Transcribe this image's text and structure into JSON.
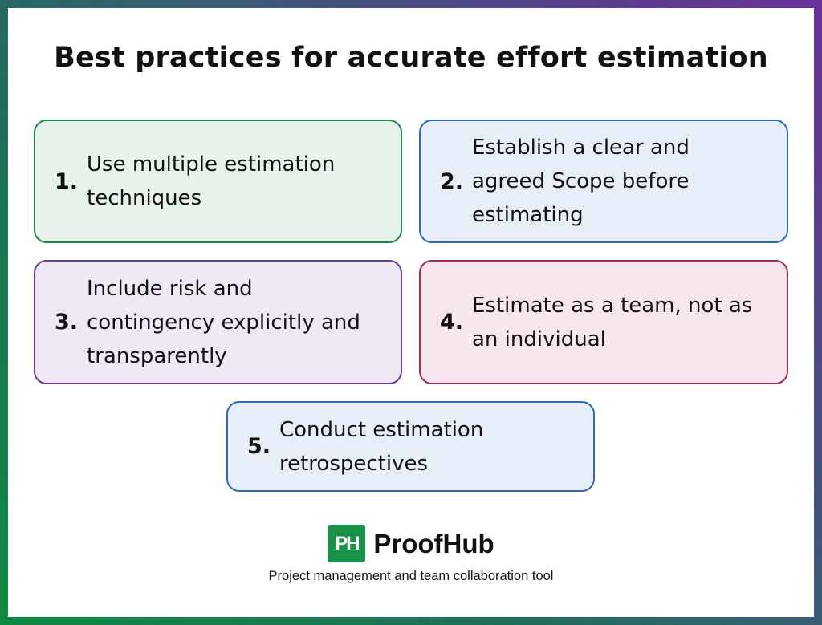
{
  "title": "Best practices for accurate effort estimation",
  "frame": {
    "gradient_start": "#0f8a42",
    "gradient_end": "#6a3398",
    "panel_background": "#ffffff"
  },
  "practices": [
    {
      "number": "1.",
      "text": "Use multiple estimation techniques",
      "border_color": "#1b8a4b",
      "background": "#e6f2ea"
    },
    {
      "number": "2.",
      "text": "Establish a clear and agreed Scope before estimating",
      "border_color": "#2b6cb4",
      "background": "#e8eef8"
    },
    {
      "number": "3.",
      "text": "Include risk and contingency explicitly and transparently",
      "border_color": "#6b3d99",
      "background": "#efe8f5"
    },
    {
      "number": "4.",
      "text": "Estimate as a team, not as an individual",
      "border_color": "#a3285b",
      "background": "#f8e6ee"
    },
    {
      "number": "5.",
      "text": "Conduct estimation retrospectives",
      "border_color": "#2b6cb4",
      "background": "#e8eef8"
    }
  ],
  "brand": {
    "logo_text": "PH",
    "logo_color": "#1a9149",
    "name": "ProofHub",
    "tagline": "Project management and team collaboration tool"
  }
}
